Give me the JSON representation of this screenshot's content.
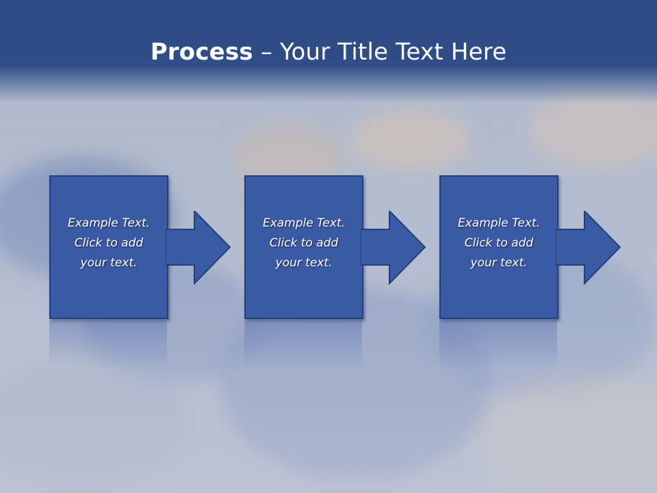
{
  "title": {
    "bold": "Process",
    "rest": " – Your Title Text Here"
  },
  "steps": [
    {
      "line1": "Example Text.",
      "line2": "Click  to add",
      "line3": "your text."
    },
    {
      "line1": "Example Text.",
      "line2": "Click  to add",
      "line3": "your text."
    },
    {
      "line1": "Example Text.",
      "line2": "Click  to add",
      "line3": "your text."
    }
  ],
  "colors": {
    "header": "#2c4a85",
    "box": "#3b5aa6",
    "box_border": "#24407a",
    "text": "#ffffff"
  }
}
